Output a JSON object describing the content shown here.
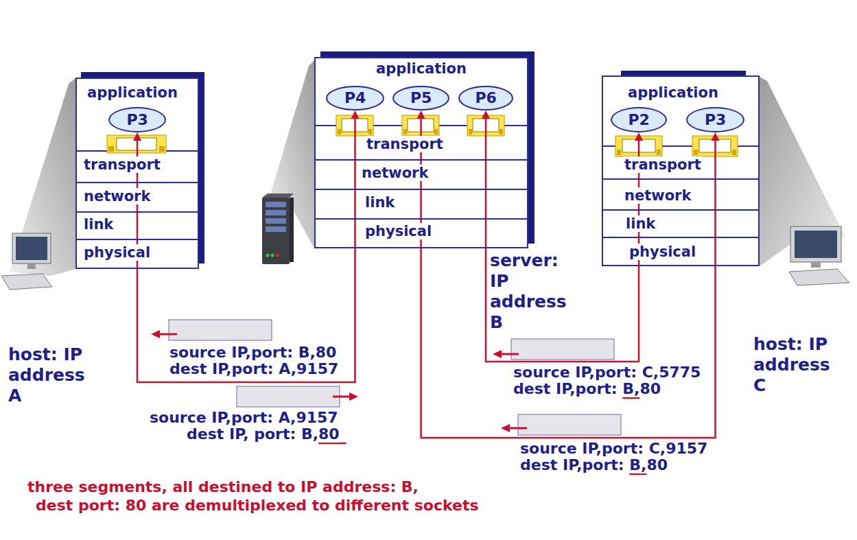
{
  "diagram": {
    "nodes": [
      {
        "text": [
          "application"
        ]
      },
      {
        "text": [
          "P3"
        ],
        "in": 0
      },
      {
        "text": [
          "transport"
        ]
      },
      {
        "text": [
          "network"
        ]
      },
      {
        "text": [
          "link"
        ]
      },
      {
        "text": [
          "physical"
        ]
      },
      {
        "text": [
          "application"
        ]
      },
      {
        "text": [
          "P4"
        ],
        "in": 6
      },
      {
        "text": [
          "P5"
        ],
        "in": 6
      },
      {
        "text": [
          "P6"
        ],
        "in": 6
      },
      {
        "text": [
          "transport"
        ]
      },
      {
        "text": [
          "network"
        ]
      },
      {
        "text": [
          "link"
        ]
      },
      {
        "text": [
          "physical"
        ]
      },
      {
        "text": [
          "application"
        ]
      },
      {
        "text": [
          "P2"
        ],
        "in": 14
      },
      {
        "text": [
          "P3"
        ],
        "in": 14
      },
      {
        "text": [
          "transport"
        ]
      },
      {
        "text": [
          "network"
        ]
      },
      {
        "text": [
          "link"
        ]
      },
      {
        "text": [
          "physical"
        ]
      }
    ],
    "edges": [
      {
        "from": 1,
        "to": 7,
        "arrow": "both"
      },
      {
        "from": 16,
        "to": 8,
        "arrow": "both"
      },
      {
        "from": 15,
        "to": 9,
        "arrow": "both"
      }
    ],
    "labels": [
      "host: IP address A",
      "server: IP address B",
      "host: IP address C",
      "source IP,port: B,80",
      "dest IP,port: A,9157",
      "source IP,port: A,9157",
      "dest IP, port: B,80",
      "source IP,port: C,5775",
      "dest IP,port: B,80",
      "source IP,port: C,9157",
      "dest IP,port: B,80",
      "three segments, all destined to IP address: B,",
      "dest port: 80 are demultiplexed to different sockets"
    ]
  }
}
